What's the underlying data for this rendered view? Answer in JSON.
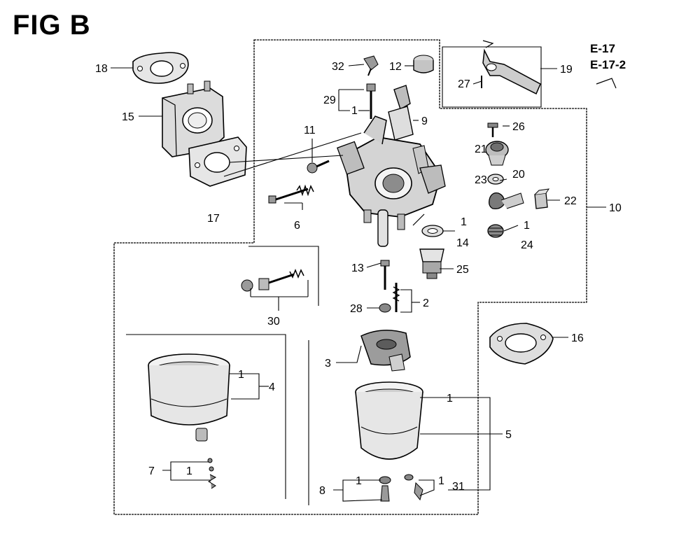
{
  "figure_title": "FIG B",
  "references": [
    "E-17",
    "E-17-2"
  ],
  "callouts": [
    "1",
    "2",
    "3",
    "4",
    "5",
    "6",
    "7",
    "8",
    "9",
    "10",
    "11",
    "12",
    "13",
    "14",
    "15",
    "16",
    "17",
    "18",
    "19",
    "20",
    "21",
    "22",
    "23",
    "24",
    "25",
    "26",
    "27",
    "28",
    "29",
    "30",
    "31",
    "32"
  ],
  "colors": {
    "ink": "#000000",
    "paper": "#ffffff",
    "part_fill": "#d8d8d8",
    "part_dark": "#8c8c8c"
  }
}
